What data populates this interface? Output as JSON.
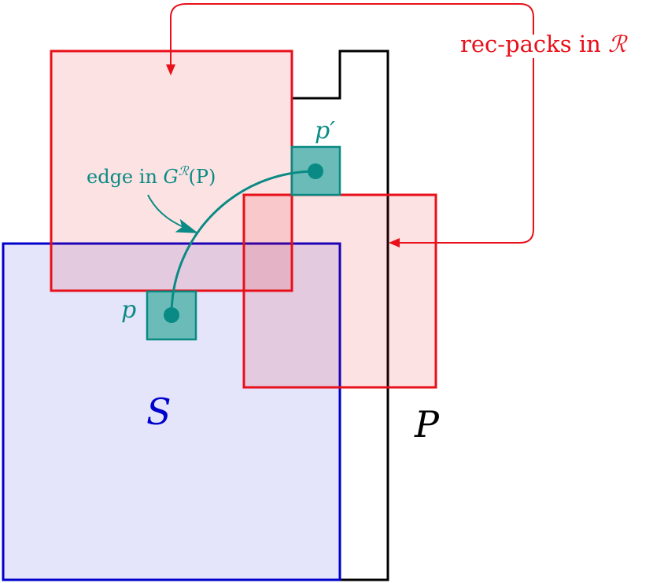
{
  "colors": {
    "polygon": "#000000",
    "square_s": "#0000cc",
    "square_s_fill": "#e4e4fa",
    "rec_pack": "#e8101a",
    "rec_pack_fill": "#fce3e4",
    "pixel": "#0a8a84",
    "pixel_fill": "#6bbcb8"
  },
  "labels": {
    "polygon": "P",
    "square": "S",
    "pixel_p": "p",
    "pixel_p_prime": "p′",
    "rec_packs_text": "rec-packs in ",
    "rec_packs_symbol": "ℛ",
    "edge_text": "edge in ",
    "edge_g": "G",
    "edge_sup": "ℛ",
    "edge_arg": "(P)"
  }
}
